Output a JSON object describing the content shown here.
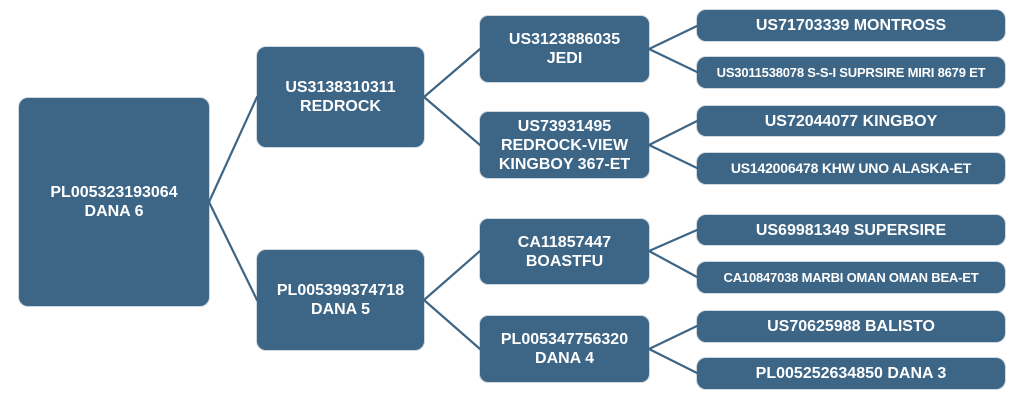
{
  "diagram": {
    "type": "pedigree-tree",
    "colors": {
      "box": "#3d6585",
      "text": "#ffffff",
      "connector": "#3d6585",
      "background": "#ffffff"
    },
    "root": {
      "id": "PL005323193064",
      "name": "DANA 6"
    },
    "sire": {
      "id": "US3138310311",
      "name": "REDROCK"
    },
    "dam": {
      "id": "PL005399374718",
      "name": "DANA 5"
    },
    "sire_sire": {
      "id": "US3123886035",
      "name": "JEDI"
    },
    "sire_dam": {
      "id": "US73931495",
      "name": "REDROCK-VIEW",
      "name2": "KINGBOY 367-ET"
    },
    "dam_sire": {
      "id": "CA11857447",
      "name": "BOASTFU"
    },
    "dam_dam": {
      "id": "PL005347756320",
      "name": "DANA 4"
    },
    "great_grandparents": [
      {
        "label": "US71703339 MONTROSS"
      },
      {
        "label": "US3011538078 S-S-I SUPRSIRE MIRI 8679 ET"
      },
      {
        "label": "US72044077 KINGBOY"
      },
      {
        "label": "US142006478 KHW UNO ALASKA-ET"
      },
      {
        "label": "US69981349 SUPERSIRE"
      },
      {
        "label": "CA10847038 MARBI OMAN OMAN BEA-ET"
      },
      {
        "label": "US70625988 BALISTO"
      },
      {
        "label": "PL005252634850 DANA 3"
      }
    ]
  }
}
